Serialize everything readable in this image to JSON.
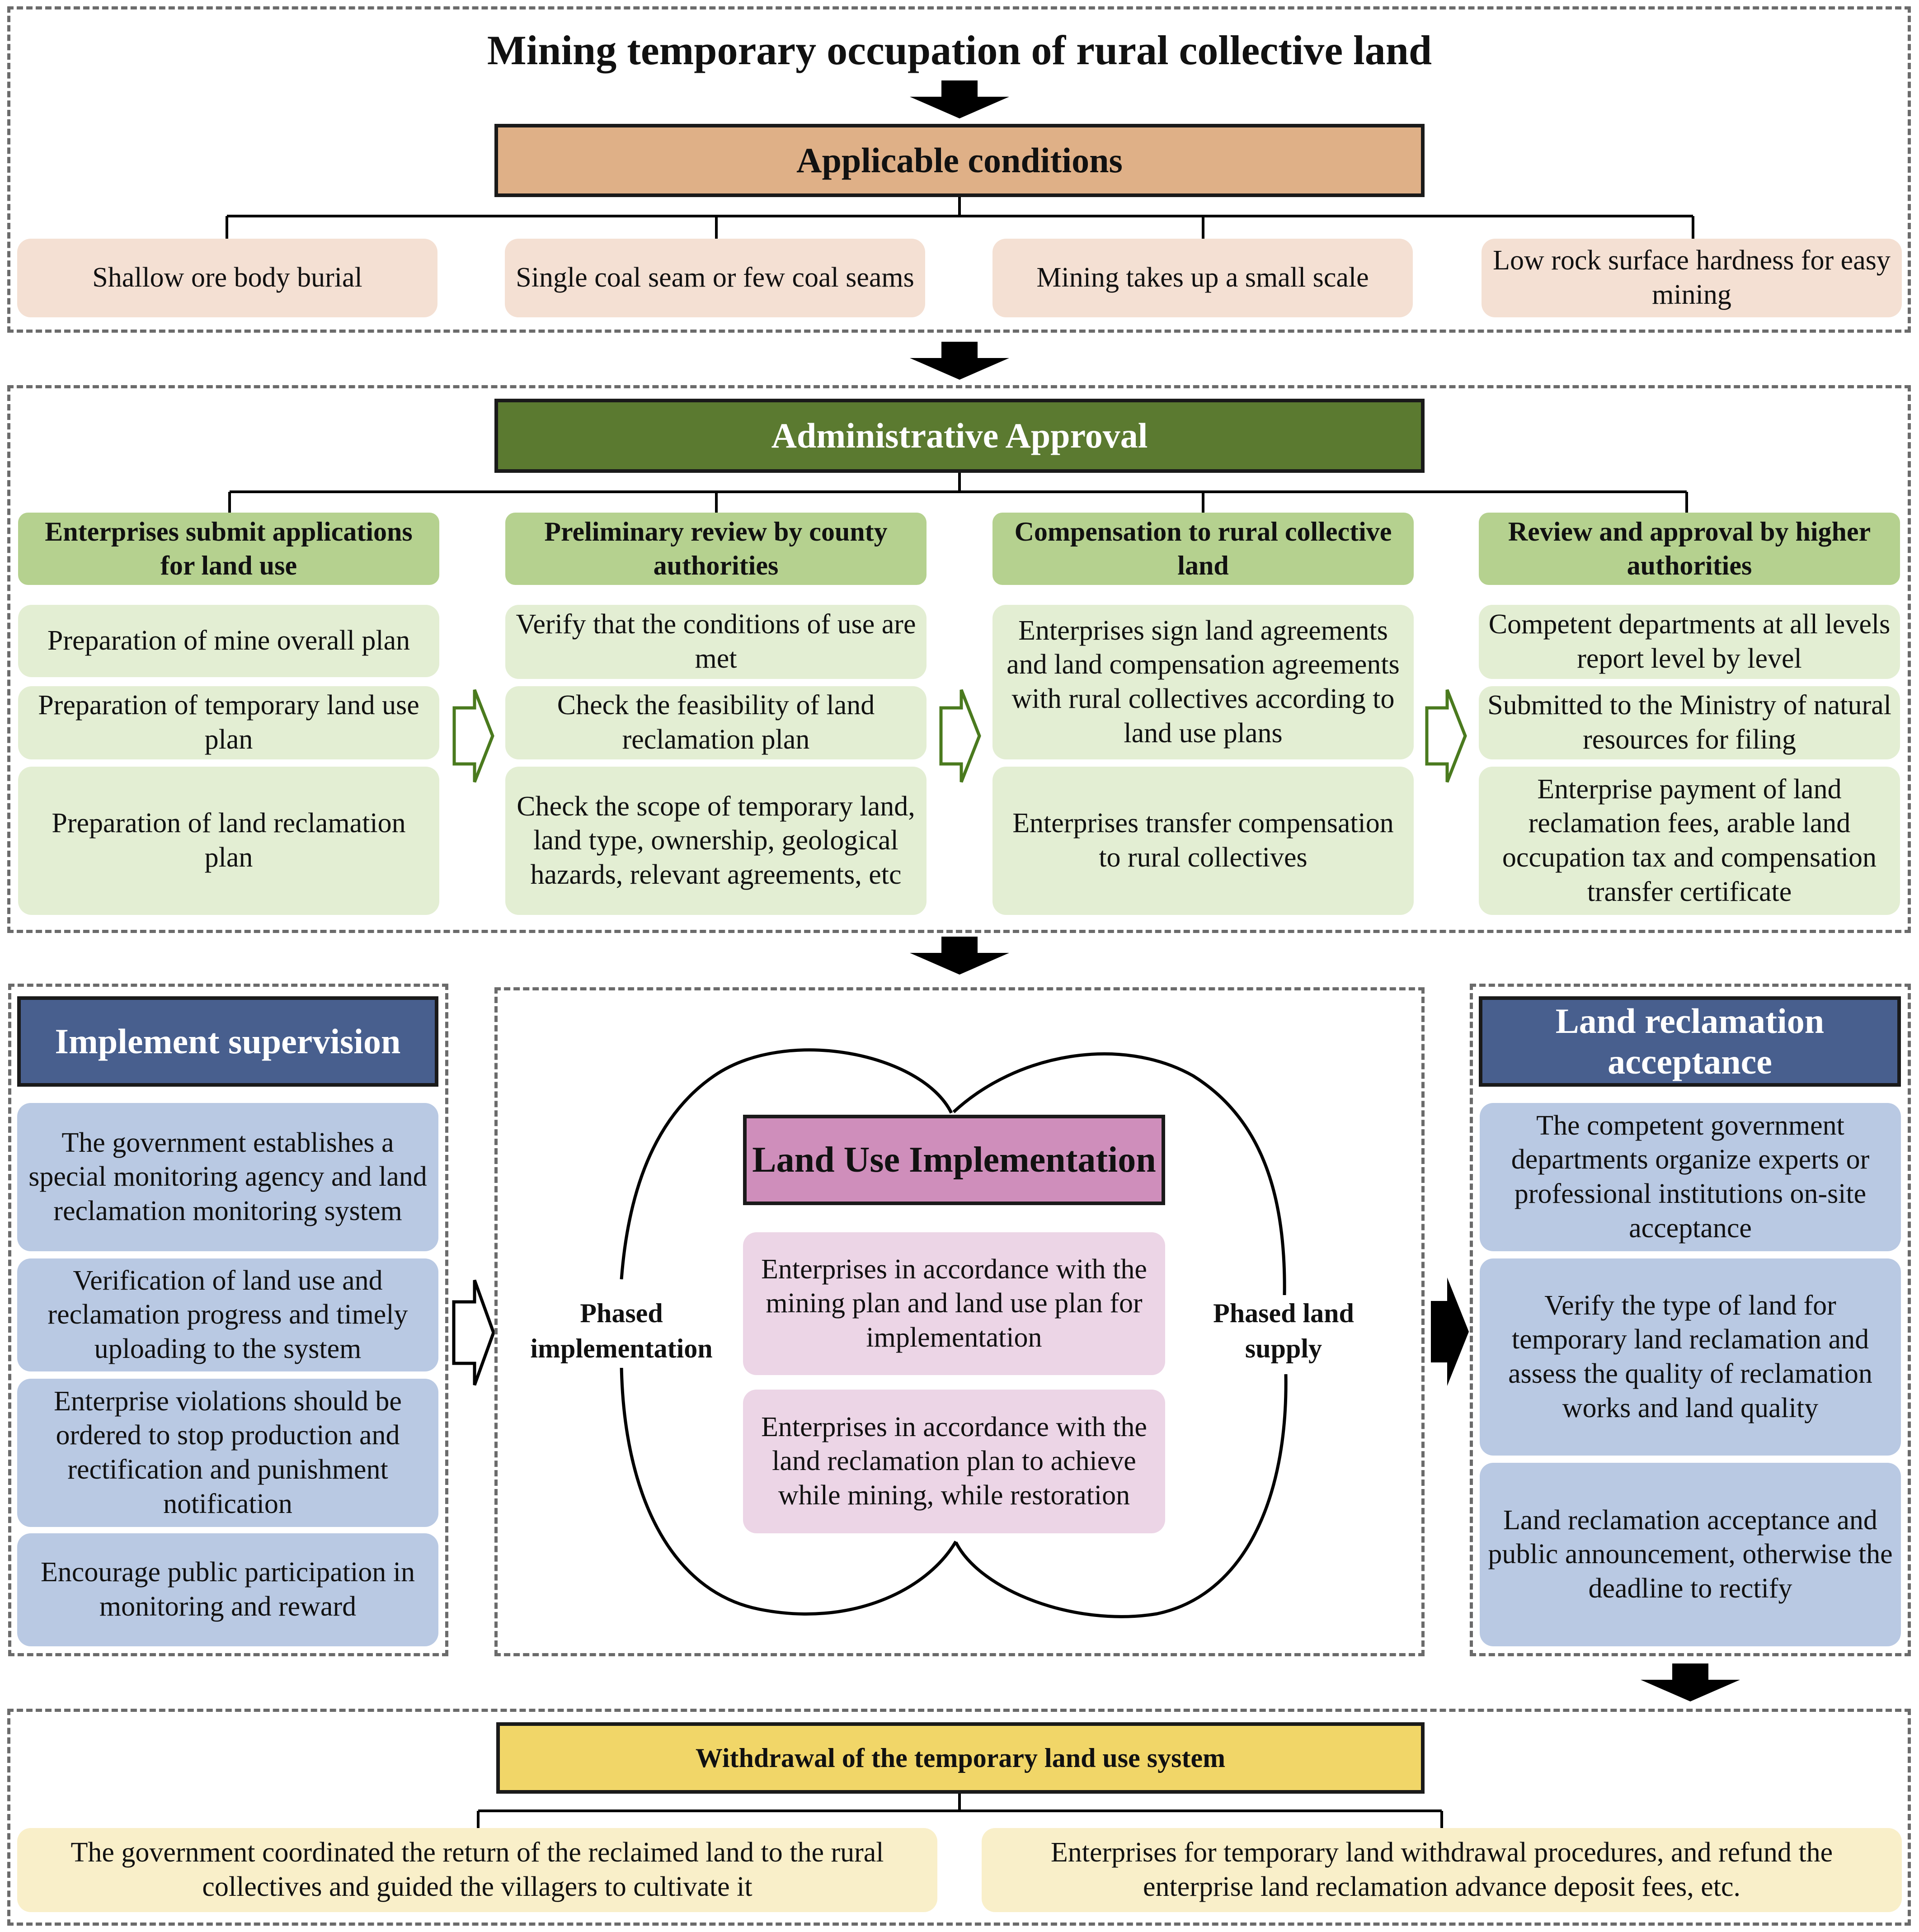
{
  "title": "Mining temporary occupation of rural collective land",
  "colors": {
    "peach_header": "#dfb087",
    "green_header": "#5b7a30",
    "blue_header": "#485f8e",
    "pink_header": "#cf8ebb",
    "yellow_header": "#f1d668"
  },
  "applicable": {
    "header": "Applicable conditions",
    "items": [
      "Shallow ore body burial",
      "Single coal seam or few coal seams",
      "Mining takes up a small scale",
      "Low rock surface hardness for easy mining"
    ]
  },
  "approval": {
    "header": "Administrative Approval",
    "columns": [
      {
        "title": "Enterprises submit applications for land use",
        "items": [
          "Preparation of mine overall plan",
          "Preparation of temporary land  use plan",
          "Preparation of land reclamation plan"
        ]
      },
      {
        "title": "Preliminary review by county authorities",
        "items": [
          "Verify that the conditions of use are met",
          "Check the feasibility of land reclamation plan",
          "Check the scope of temporary land, land type, ownership, geological hazards, relevant agreements, etc"
        ]
      },
      {
        "title": "Compensation to rural collective land",
        "items": [
          "Enterprises sign land agreements and land compensation agreements with rural collectives according to land use plans",
          "Enterprises transfer compensation to rural collectives"
        ]
      },
      {
        "title": "Review and approval by higher authorities",
        "items": [
          "Competent departments at all levels report level by level",
          "Submitted to the Ministry of natural resources for filing",
          "Enterprise payment of land reclamation fees, arable land occupation tax and compensation transfer certificate"
        ]
      }
    ]
  },
  "supervision": {
    "header": "Implement supervision",
    "items": [
      "The government establishes a special monitoring agency and land reclamation monitoring system",
      "Verification of land use and reclamation progress and timely uploading to the system",
      "Enterprise violations should be ordered to stop production and rectification and punishment notification",
      "Encourage public participation in monitoring and reward"
    ]
  },
  "implementation": {
    "header": "Land Use Implementation",
    "items": [
      "Enterprises in accordance with the mining plan and land use plan for implementation",
      "Enterprises in accordance with the land reclamation plan to achieve while mining, while restoration"
    ],
    "left_label": "Phased implementation",
    "right_label": "Phased land supply"
  },
  "acceptance": {
    "header": "Land reclamation acceptance",
    "items": [
      "The competent government departments organize experts or professional institutions on-site acceptance",
      "Verify the type of land for temporary land reclamation and assess the quality of reclamation works and land quality",
      "Land reclamation acceptance and public announcement, otherwise the deadline to rectify"
    ]
  },
  "withdrawal": {
    "header": "Withdrawal of the temporary land use system",
    "items": [
      "The government coordinated the return of the reclaimed land to the rural collectives and guided the villagers to cultivate it",
      "Enterprises for temporary land withdrawal procedures, and refund the enterprise land reclamation advance deposit fees, etc."
    ]
  }
}
